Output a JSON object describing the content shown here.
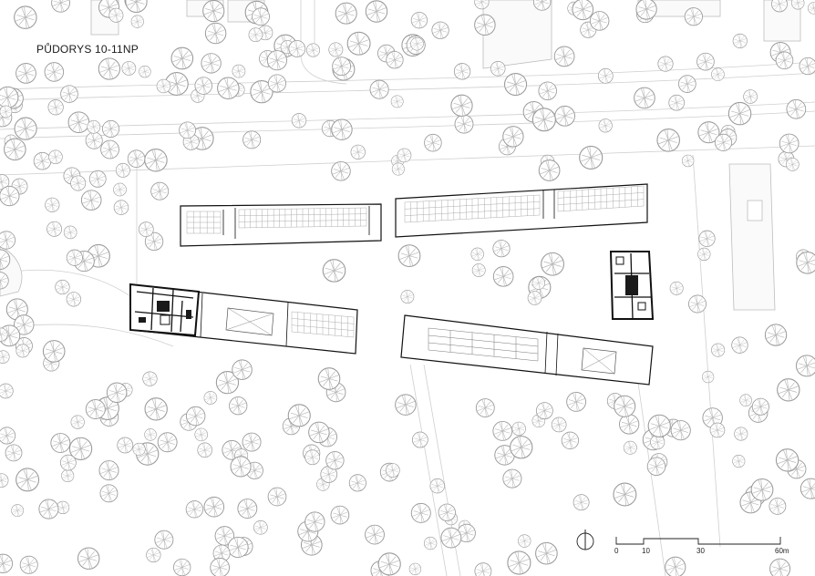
{
  "title": "PŮDORYS 10-11NP",
  "scale_bar": {
    "unit": "m",
    "ticks": [
      "0",
      "10",
      "30",
      "60m"
    ]
  },
  "icons": {
    "north": "north-arrow-icon",
    "tree": "tree-canopy-icon"
  },
  "colors": {
    "background": "#ffffff",
    "context_line": "#c8c8c8",
    "building_outline": "#111111",
    "tree_line": "#9a9a9a",
    "core_fill": "#1a1a1a"
  }
}
